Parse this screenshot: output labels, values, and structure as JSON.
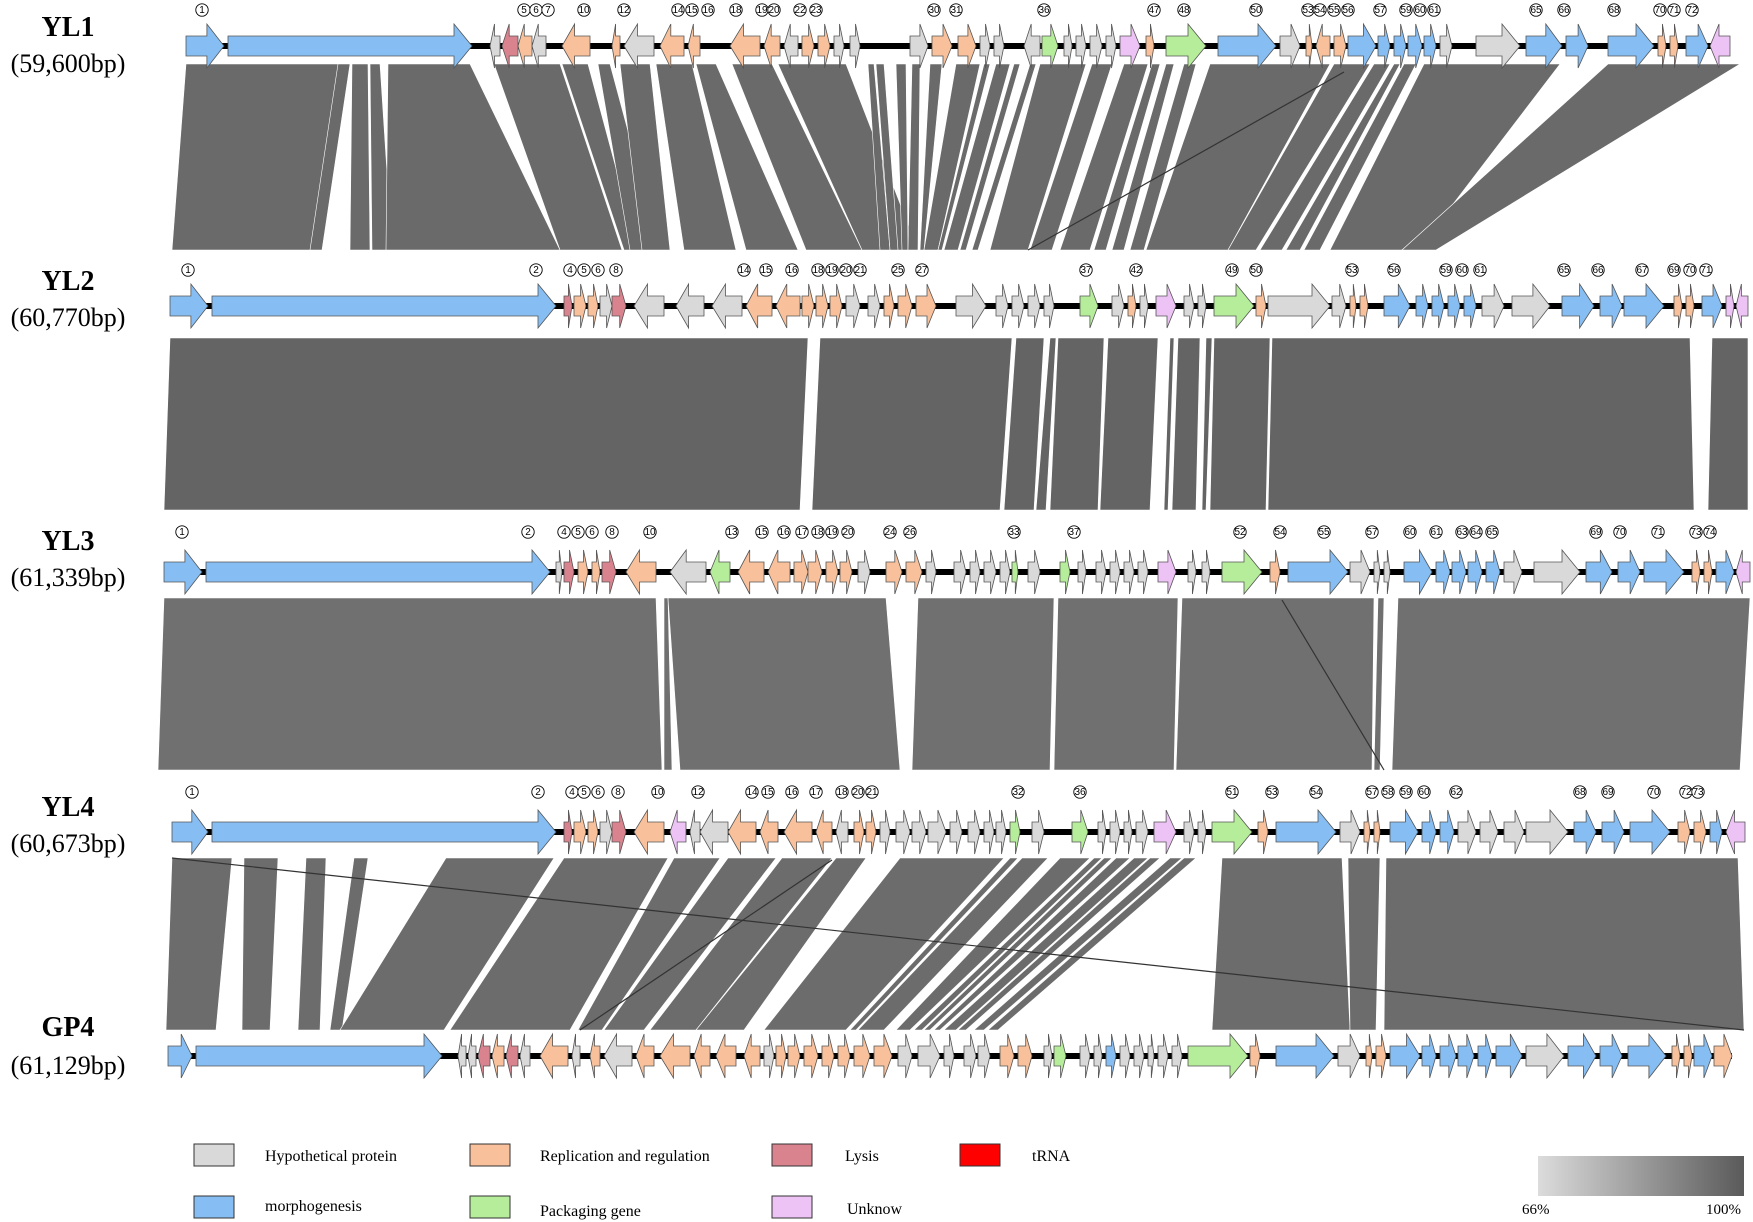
{
  "genomes": [
    {
      "name": "YL1",
      "length": "(59,600bp)",
      "gene_numbers": [
        "1",
        "5",
        "6",
        "7",
        "10",
        "12",
        "14",
        "15",
        "16",
        "18",
        "19",
        "20",
        "22",
        "23",
        "30",
        "31",
        "36",
        "47",
        "48",
        "50",
        "53",
        "54",
        "55",
        "56",
        "57",
        "59",
        "60",
        "61",
        "65",
        "66",
        "68",
        "70",
        "71",
        "72"
      ]
    },
    {
      "name": "YL2",
      "length": "(60,770bp)",
      "gene_numbers": [
        "1",
        "2",
        "4",
        "5",
        "6",
        "8",
        "14",
        "15",
        "16",
        "18",
        "19",
        "20",
        "21",
        "25",
        "27",
        "37",
        "42",
        "49",
        "50",
        "53",
        "56",
        "59",
        "60",
        "61",
        "65",
        "66",
        "67",
        "69",
        "70",
        "71"
      ]
    },
    {
      "name": "YL3",
      "length": "(61,339bp)",
      "gene_numbers": [
        "1",
        "2",
        "4",
        "5",
        "6",
        "8",
        "10",
        "13",
        "15",
        "16",
        "17",
        "18",
        "19",
        "20",
        "24",
        "26",
        "33",
        "37",
        "52",
        "54",
        "55",
        "57",
        "60",
        "61",
        "63",
        "64",
        "65",
        "69",
        "70",
        "71",
        "73",
        "74"
      ]
    },
    {
      "name": "YL4",
      "length": "(60,673bp)",
      "gene_numbers": [
        "1",
        "2",
        "4",
        "5",
        "6",
        "8",
        "10",
        "12",
        "14",
        "15",
        "16",
        "17",
        "18",
        "20",
        "21",
        "32",
        "36",
        "51",
        "53",
        "54",
        "57",
        "58",
        "59",
        "60",
        "62",
        "68",
        "69",
        "70",
        "72",
        "73"
      ]
    },
    {
      "name": "GP4",
      "length": "(61,129bp)",
      "gene_numbers": []
    }
  ],
  "legend": [
    {
      "label": "Hypothetical protein",
      "color": "#d9d9d9"
    },
    {
      "label": "Replication and regulation",
      "color": "#f8c19b"
    },
    {
      "label": "Lysis",
      "color": "#d9838f"
    },
    {
      "label": "tRNA",
      "color": "#ff0000"
    },
    {
      "label": "morphogenesis",
      "color": "#86bdf2"
    },
    {
      "label": "Packaging gene",
      "color": "#b6ed9a"
    },
    {
      "label": "Unknow",
      "color": "#edc2f5"
    }
  ],
  "identity_scale": {
    "min_label": "66%",
    "max_label": "100%",
    "min_color": "#dcdcdc",
    "max_color": "#5a5a5a"
  }
}
